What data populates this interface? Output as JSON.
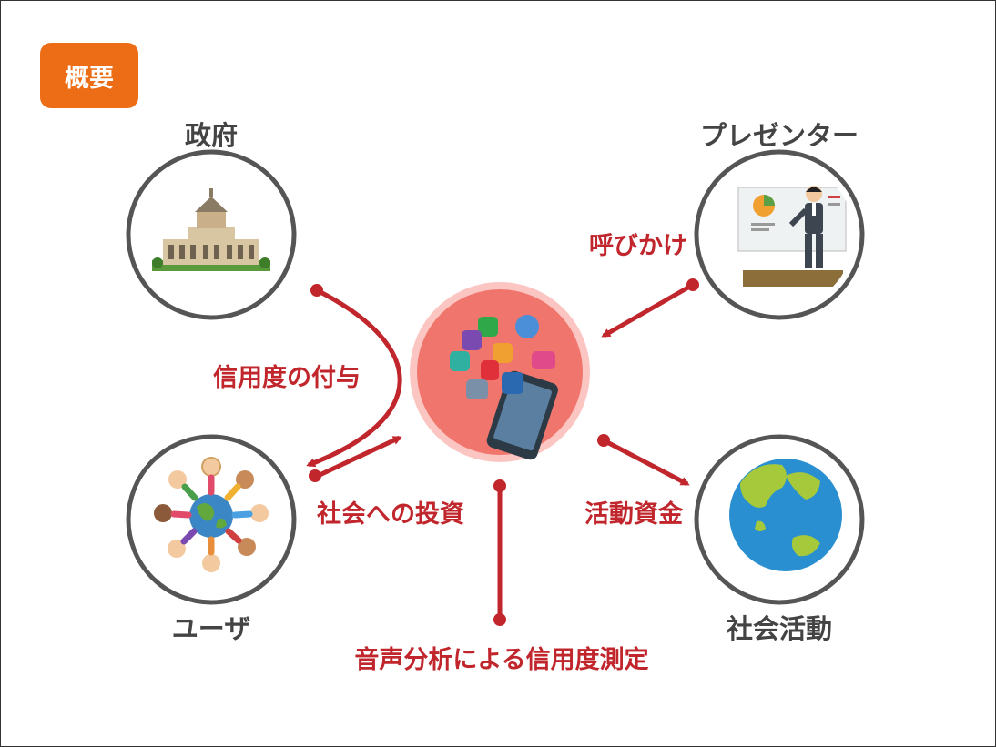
{
  "badge": {
    "label": "概要",
    "color": "#ec6d15"
  },
  "nodes": {
    "government": {
      "label": "政府",
      "icon": "parliament-building-icon"
    },
    "presenter": {
      "label": "プレゼンター",
      "icon": "presenter-icon"
    },
    "user": {
      "label": "ユーザ",
      "icon": "people-circle-around-globe-icon"
    },
    "social": {
      "label": "社会活動",
      "icon": "earth-globe-icon"
    },
    "center": {
      "icon": "smartphone-apps-icon"
    }
  },
  "relations": {
    "grant_credit": "信用度の付与",
    "call": "呼びかけ",
    "invest": "社会への投資",
    "funds": "活動資金",
    "voice_analysis": "音声分析による信用度測定"
  },
  "colors": {
    "arrow": "#c0262c",
    "circle_border": "#555555",
    "center_fill": "#f0766d",
    "label_gray": "#444444"
  }
}
